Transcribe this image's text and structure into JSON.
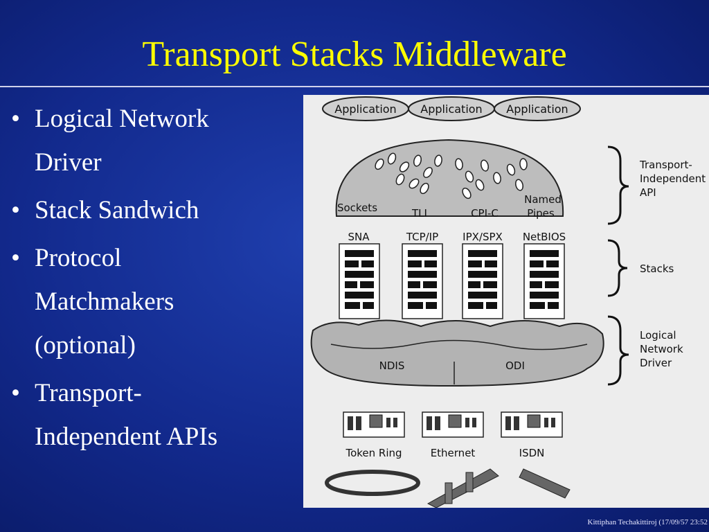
{
  "slide": {
    "title": "Transport Stacks Middleware",
    "bullets": [
      {
        "lines": [
          "Logical Network",
          "Driver"
        ]
      },
      {
        "lines": [
          "Stack Sandwich"
        ]
      },
      {
        "lines": [
          "Protocol",
          "Matchmakers",
          "(optional)"
        ]
      },
      {
        "lines": [
          "Transport-",
          "Independent APIs"
        ]
      }
    ],
    "footer": "Kittiphan Techakittiroj (17/09/57 23:52"
  },
  "figure": {
    "applications": [
      "Application",
      "Application",
      "Application"
    ],
    "api_labels": [
      "Sockets",
      "TLI",
      "CPI-C",
      "Named",
      "Pipes"
    ],
    "stack_labels": [
      "SNA",
      "TCP/IP",
      "IPX/SPX",
      "NetBIOS"
    ],
    "driver_labels": [
      "NDIS",
      "ODI"
    ],
    "network_labels": [
      "Token Ring",
      "Ethernet",
      "ISDN"
    ],
    "brace_labels": {
      "transport_api": [
        "Transport-",
        "Independent",
        "API"
      ],
      "stacks": [
        "Stacks"
      ],
      "logical_driver": [
        "Logical",
        "Network",
        "Driver"
      ]
    }
  }
}
